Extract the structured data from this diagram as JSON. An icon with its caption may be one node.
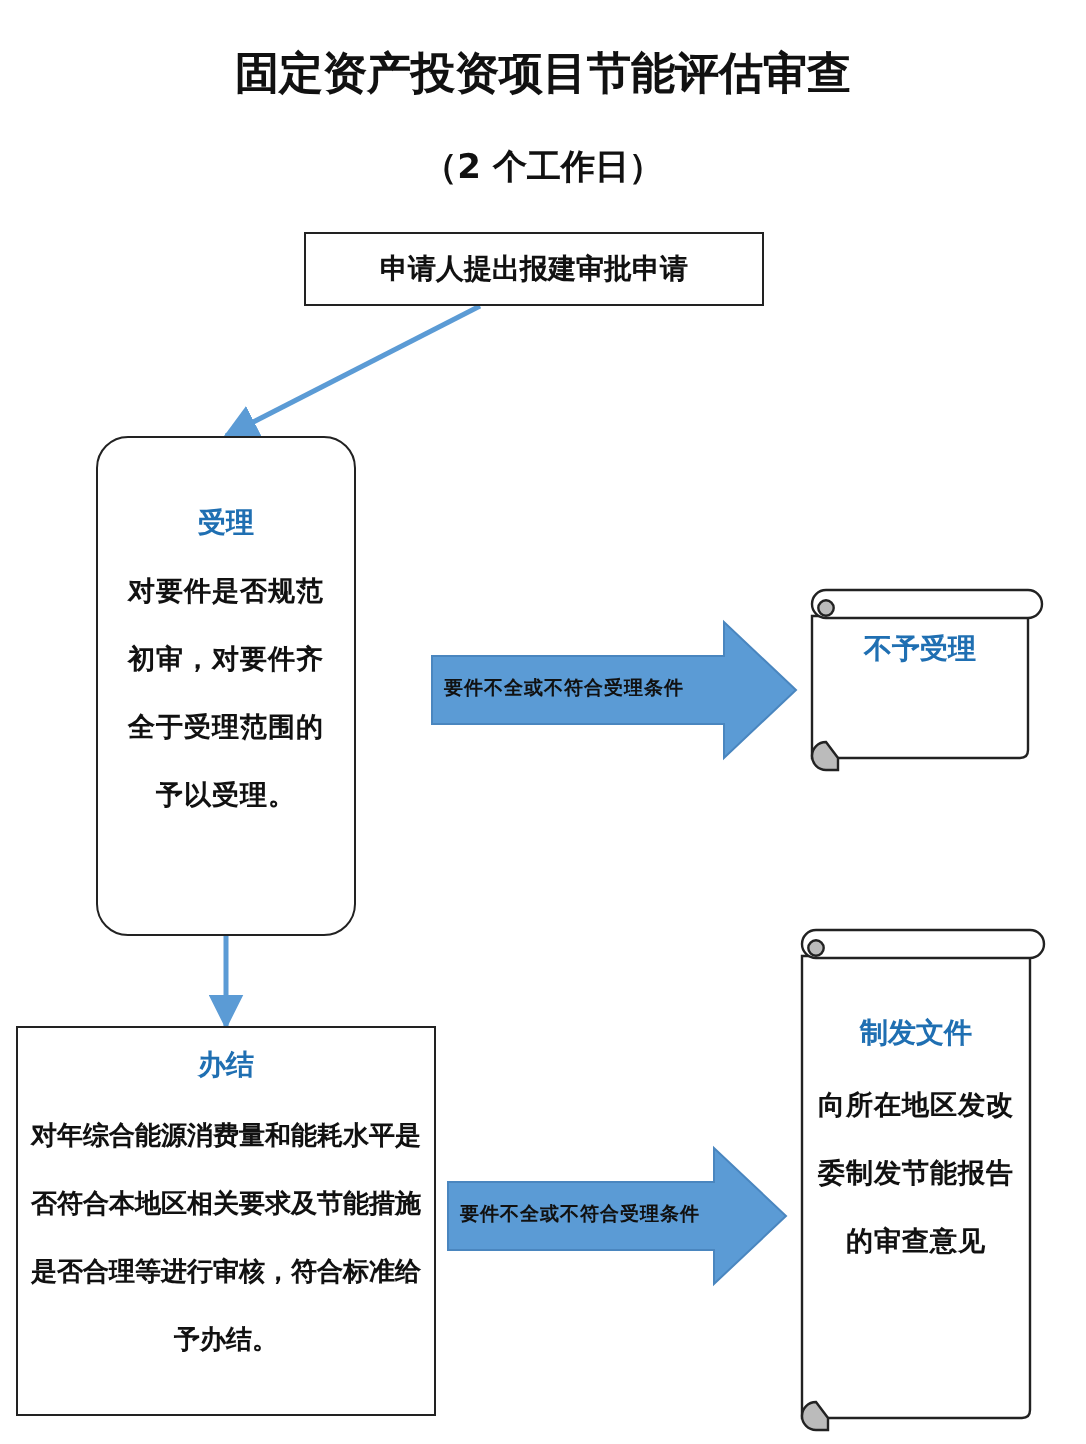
{
  "diagram": {
    "title": "固定资产投资项目节能评估审查",
    "nodes": [
      {
        "text": [
          "申请人提出报建审批申请"
        ]
      },
      {
        "text": [
          "受理",
          "对要件是否规范初审，对要件齐全于受理范围的予以受理。"
        ]
      },
      {
        "text": [
          "不予受理"
        ]
      },
      {
        "text": [
          "办结",
          "对年综合能源消费量和能耗水平是否符合本地区相关要求及节能措施是否合理等进行审核，符合标准给予办结。"
        ]
      },
      {
        "text": [
          "制发文件",
          "向所在地区发改委制发节能报告的审查意见"
        ]
      }
    ],
    "edges": [
      {
        "from": 0,
        "to": 1,
        "arrow": "to"
      },
      {
        "from": 1,
        "to": 3,
        "arrow": "to"
      },
      {
        "from": 1,
        "to": 2,
        "arrow": "to",
        "label": "要件不全或不符合受理条件",
        "style": "thick"
      },
      {
        "from": 3,
        "to": 4,
        "arrow": "to",
        "label": "要件不全或不符合受理条件",
        "style": "thick"
      }
    ],
    "labels": [
      "（2 个工作日）"
    ]
  }
}
